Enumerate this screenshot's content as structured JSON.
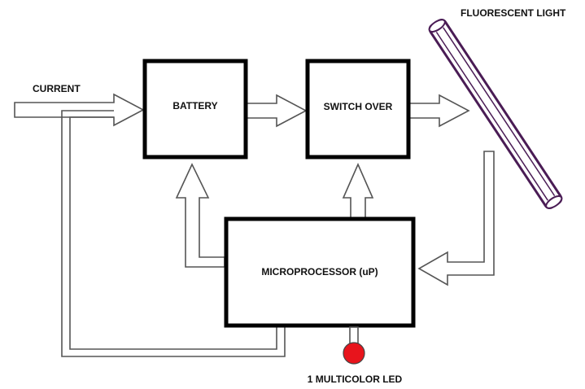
{
  "labels": {
    "current": "CURRENT",
    "battery": "BATTERY",
    "switch_over": "SWITCH OVER",
    "fluorescent_light": "FLUORESCENT LIGHT",
    "microprocessor": "MICROPROCESSOR (uP)",
    "led": "1 MULTICOLOR LED"
  },
  "colors": {
    "led": "#e8141c",
    "box_border": "#000000",
    "arrow_outline": "#555555",
    "tube": "#4a1c55"
  }
}
